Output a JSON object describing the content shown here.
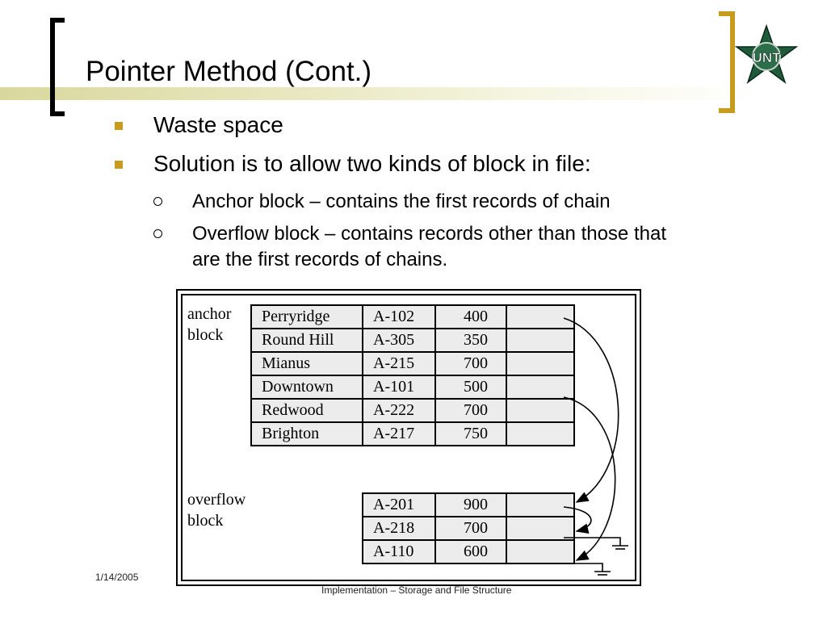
{
  "slide": {
    "title": "Pointer Method (Cont.)",
    "accent_color": "#c89b1d",
    "logo": "unt-logo",
    "bullets": [
      "Waste space",
      "Solution is to allow two kinds of block in file:"
    ],
    "sub_bullets": [
      "Anchor block – contains the first records of chain",
      "Overflow block – contains records other than those that are the first records of chains."
    ]
  },
  "figure": {
    "anchor_label": "anchor\nblock",
    "overflow_label": "overflow\nblock",
    "anchor_rows": [
      {
        "branch": "Perryridge",
        "account": "A-102",
        "balance": "400"
      },
      {
        "branch": "Round Hill",
        "account": "A-305",
        "balance": "350"
      },
      {
        "branch": "Mianus",
        "account": "A-215",
        "balance": "700"
      },
      {
        "branch": "Downtown",
        "account": "A-101",
        "balance": "500"
      },
      {
        "branch": "Redwood",
        "account": "A-222",
        "balance": "700"
      },
      {
        "branch": "Brighton",
        "account": "A-217",
        "balance": "750"
      }
    ],
    "overflow_rows": [
      {
        "account": "A-201",
        "balance": "900"
      },
      {
        "account": "A-218",
        "balance": "700"
      },
      {
        "account": "A-110",
        "balance": "600"
      }
    ]
  },
  "footer": {
    "date": "1/14/2005",
    "text": "Implementation – Storage and File Structure"
  }
}
